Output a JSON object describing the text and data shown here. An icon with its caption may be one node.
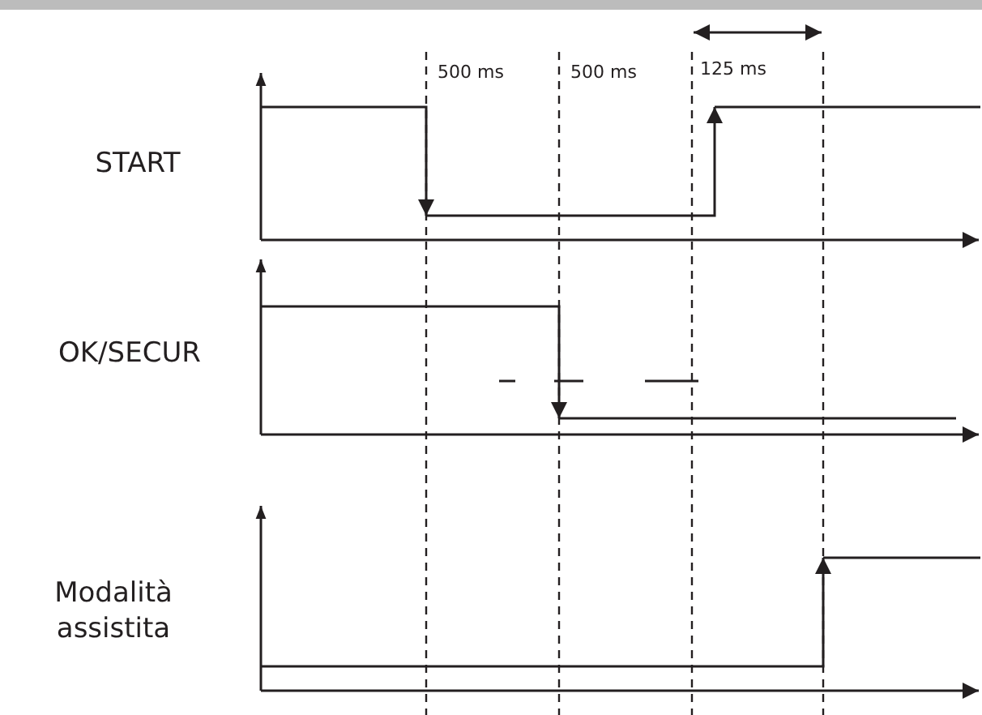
{
  "diagram": {
    "labels": [
      "500 ms",
      "500 ms",
      "125 ms",
      "START",
      "OK/SECUR",
      "Modalità assistita"
    ]
  }
}
